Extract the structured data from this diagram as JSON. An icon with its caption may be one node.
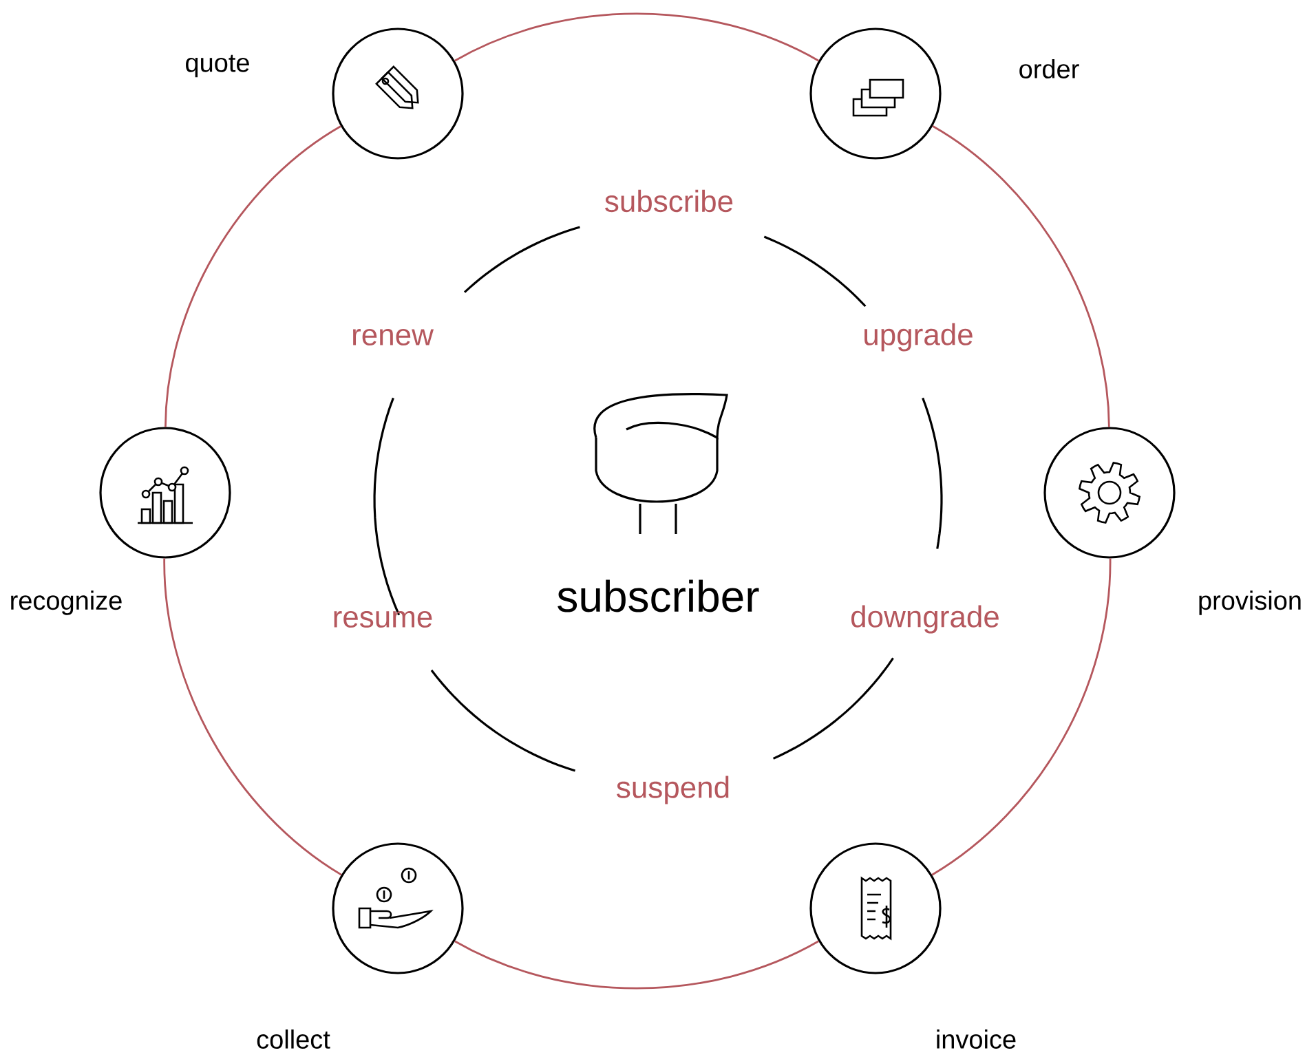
{
  "diagram": {
    "nodes": [
      {
        "text": [],
        "shape": "circle",
        "beside": [
          "quote"
        ]
      },
      {
        "text": [],
        "shape": "circle",
        "beside": [
          "order"
        ]
      },
      {
        "text": [],
        "shape": "circle",
        "beside": [
          "provision"
        ]
      },
      {
        "text": [],
        "shape": "circle",
        "beside": [
          "invoice"
        ]
      },
      {
        "text": [],
        "shape": "circle",
        "beside": [
          "collect"
        ]
      },
      {
        "text": [],
        "shape": "circle",
        "beside": [
          "recognize"
        ]
      }
    ],
    "edges": [
      {
        "from": 0,
        "to": 1,
        "arrow": "none"
      },
      {
        "from": 1,
        "to": 2,
        "arrow": "none"
      },
      {
        "from": 2,
        "to": 3,
        "arrow": "none"
      },
      {
        "from": 3,
        "to": 4,
        "arrow": "none"
      },
      {
        "from": 4,
        "to": 5,
        "arrow": "none"
      },
      {
        "from": 5,
        "to": 0,
        "arrow": "none"
      }
    ],
    "labels": [
      "subscribe",
      "renew",
      "upgrade",
      "subscriber",
      "resume",
      "downgrade",
      "suspend"
    ]
  }
}
